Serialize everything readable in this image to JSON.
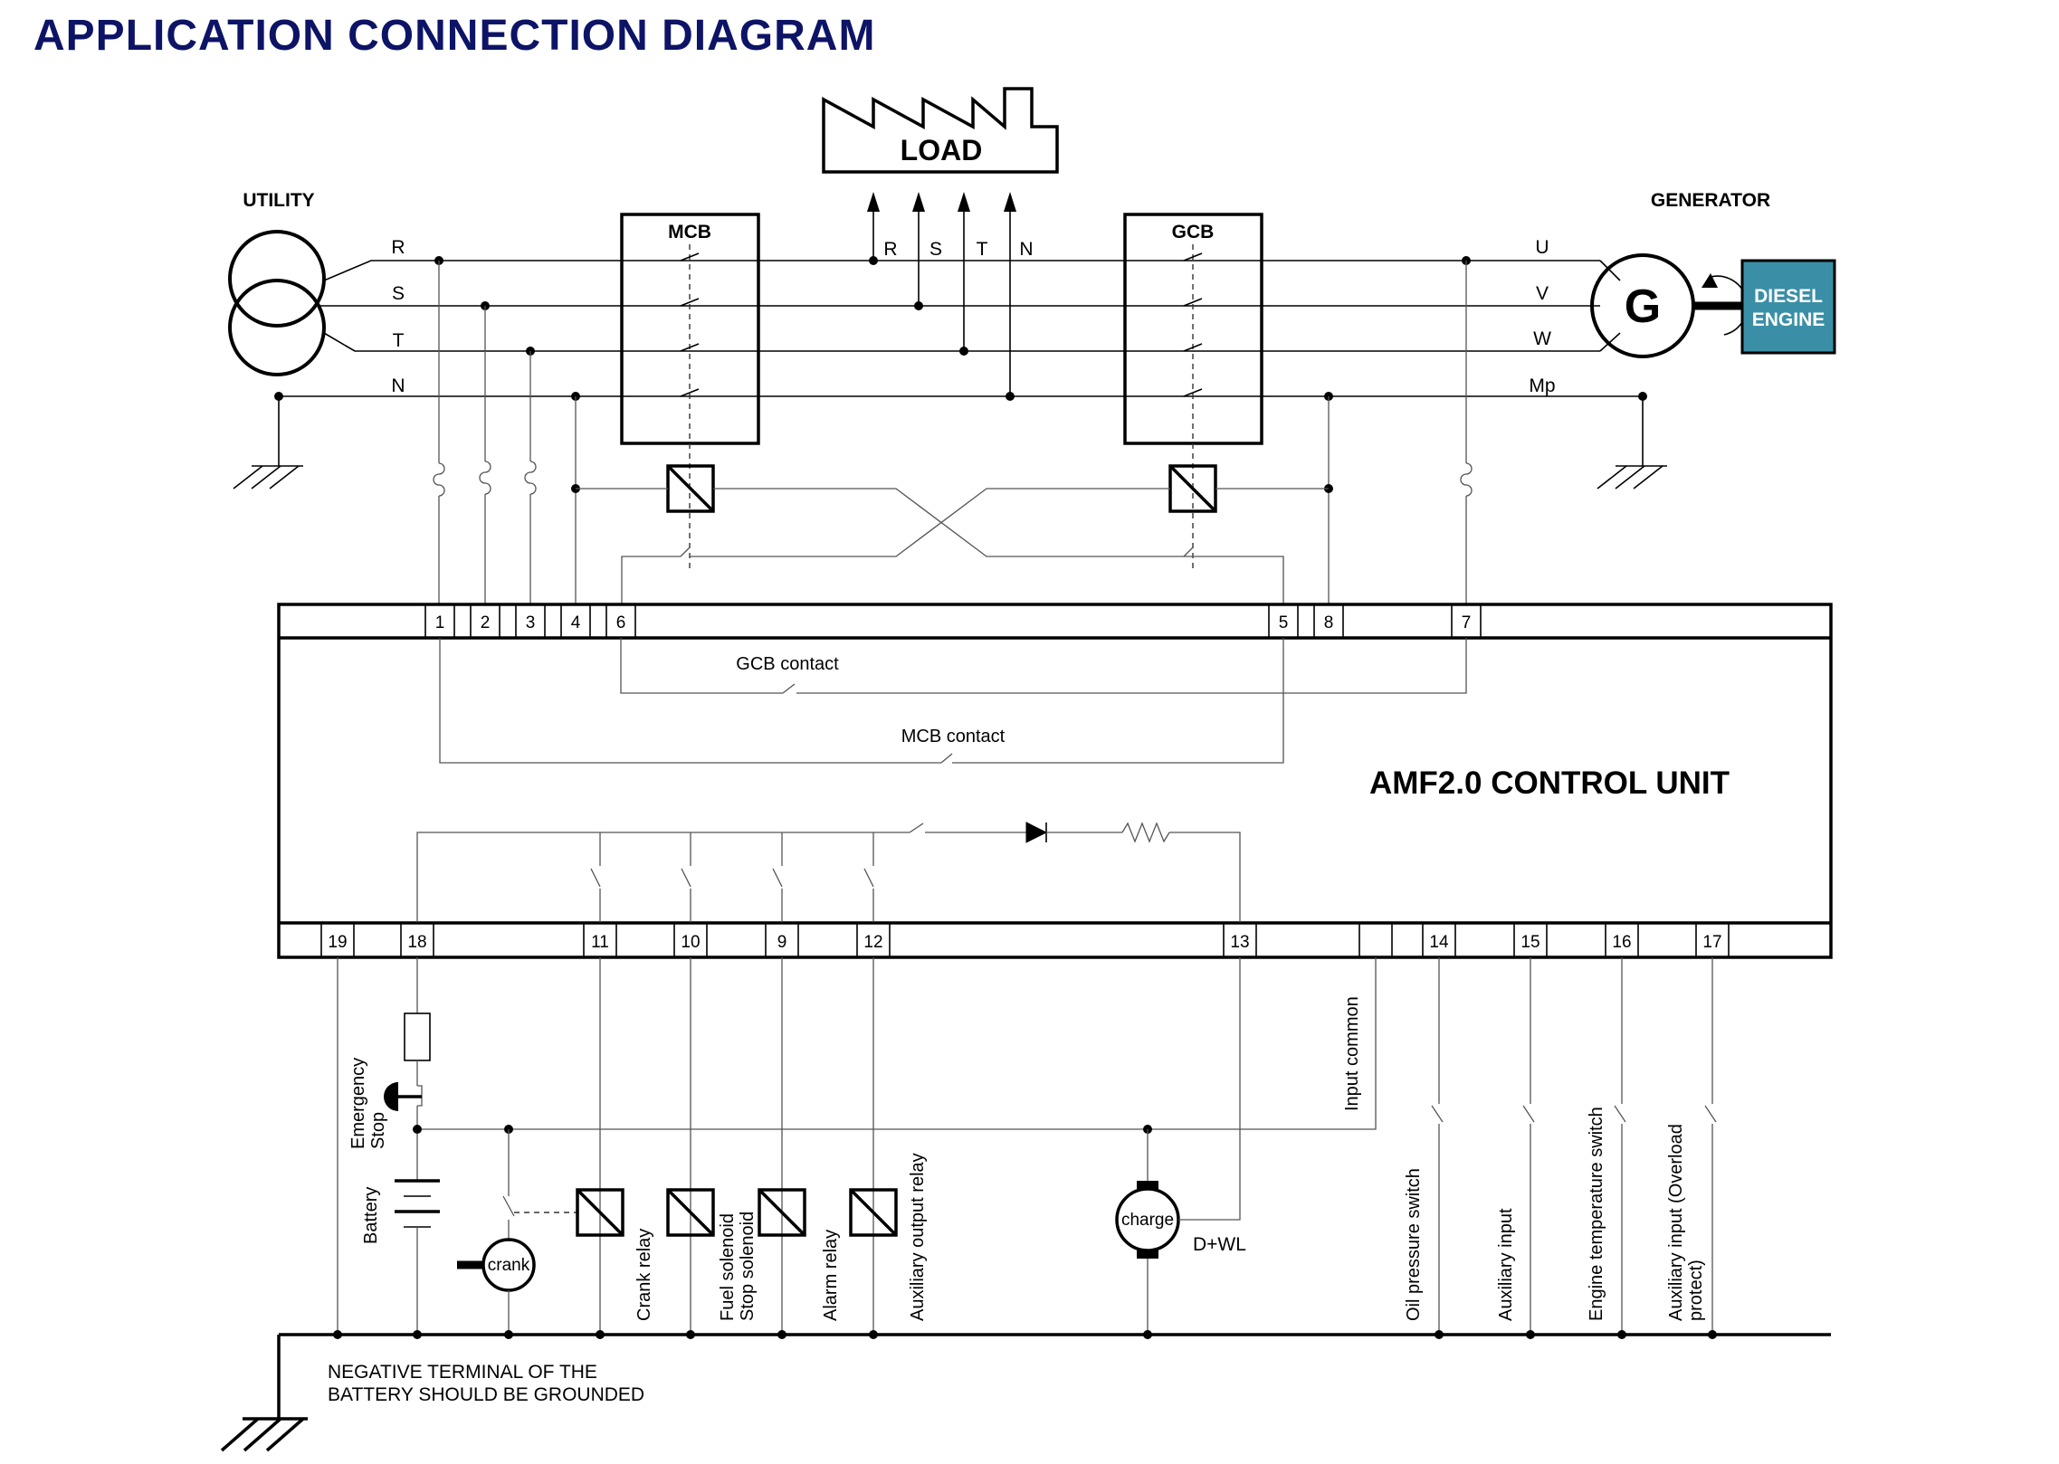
{
  "title": "APPLICATION CONNECTION DIAGRAM",
  "load_label": "LOAD",
  "utility_label": "UTILITY",
  "generator_label": "GENERATOR",
  "generator_symbol": "G",
  "diesel_engine": [
    "DIESEL",
    "ENGINE"
  ],
  "mcb_label": "MCB",
  "gcb_label": "GCB",
  "utility_phases": [
    "R",
    "S",
    "T",
    "N"
  ],
  "load_phases": [
    "R",
    "S",
    "T",
    "N"
  ],
  "generator_phases": [
    "U",
    "V",
    "W",
    "Mp"
  ],
  "top_terminals": [
    "1",
    "2",
    "3",
    "4",
    "6",
    "5",
    "8",
    "7"
  ],
  "bottom_terminals": [
    "19",
    "18",
    "11",
    "10",
    "9",
    "12",
    "13",
    "14",
    "15",
    "16",
    "17"
  ],
  "control_unit_label": "AMF2.0 CONTROL UNIT",
  "gcb_contact_label": "GCB contact",
  "mcb_contact_label": "MCB contact",
  "input_common_label": "Input common",
  "emergency_stop": [
    "Emergency",
    "Stop"
  ],
  "battery_label": "Battery",
  "crank_label": "crank",
  "charge_label": "charge",
  "dwl_label": "D+WL",
  "relay_labels": {
    "crank_relay": "Crank relay",
    "fuel_solenoid": "Fuel solenoid",
    "stop_solenoid": "Stop solenoid",
    "alarm_relay": "Alarm relay",
    "aux_output_relay": "Auxiliary output relay"
  },
  "input_labels": {
    "oil_pressure": "Oil pressure switch",
    "aux_input": "Auxiliary input",
    "engine_temp": "Engine temperature switch",
    "aux_overload_1": "Auxiliary input (Overload",
    "aux_overload_2": "protect)"
  },
  "ground_note": [
    "NEGATIVE TERMINAL OF THE",
    "BATTERY SHOULD BE GROUNDED"
  ],
  "colors": {
    "title": "#0d1466",
    "diesel_engine_fill": "#3a8fa6",
    "wire": "#000000"
  }
}
